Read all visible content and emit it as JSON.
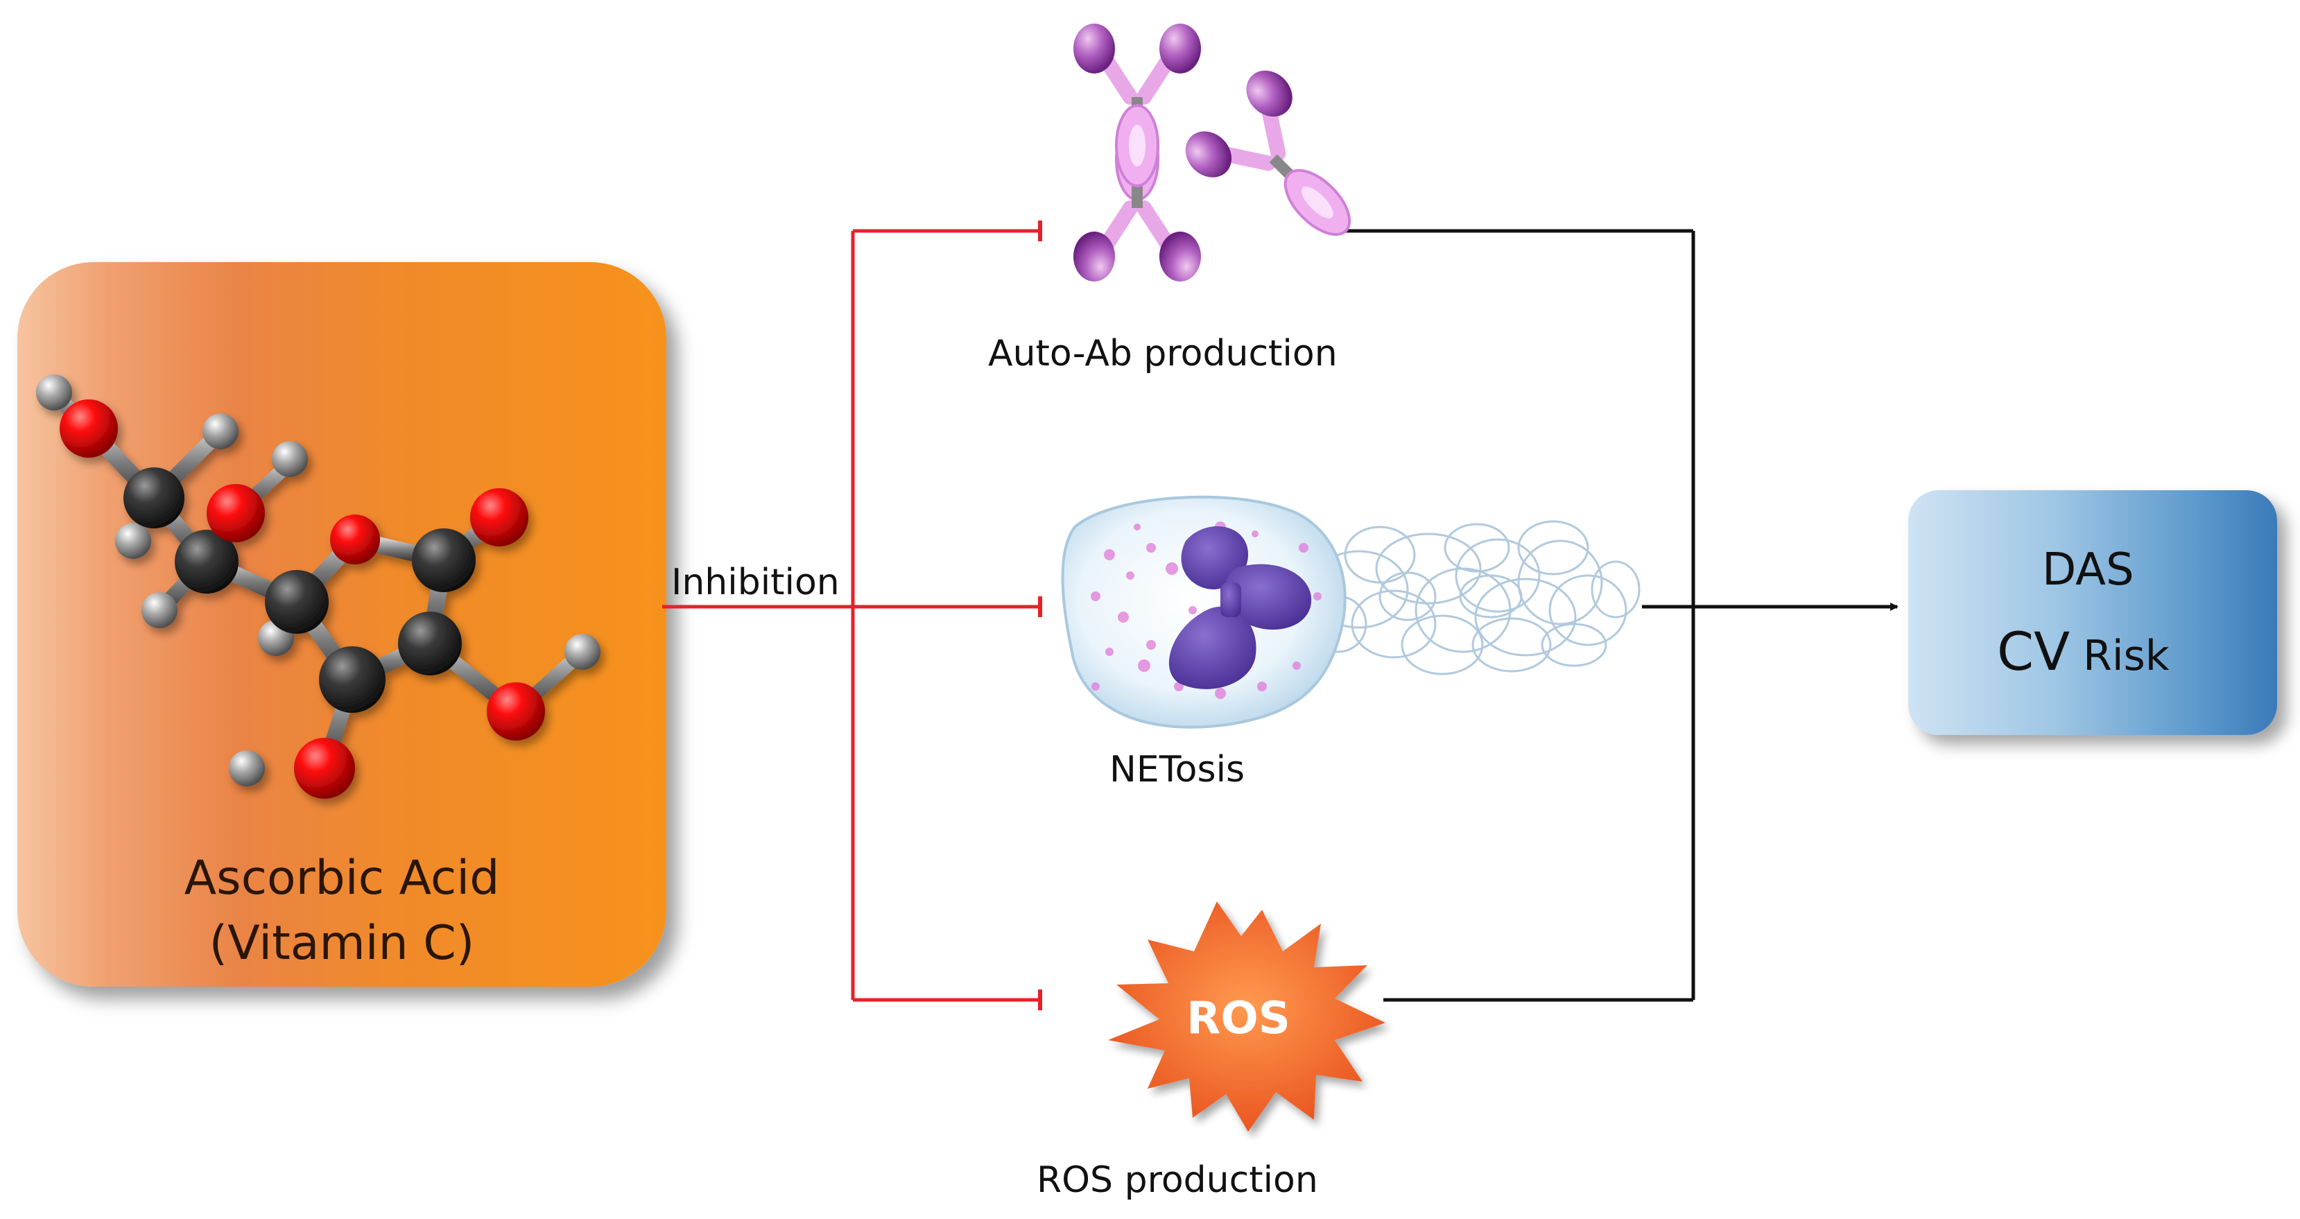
{
  "source_box": {
    "name_line1": "Ascorbic Acid",
    "name_line2": "(Vitamin C)"
  },
  "inhibition_label": "Inhibition",
  "targets": [
    {
      "id": "auto-ab",
      "label": "Auto-Ab production"
    },
    {
      "id": "netosis",
      "label": "NETosis"
    },
    {
      "id": "ros",
      "badge": "ROS",
      "label": "ROS production"
    }
  ],
  "outcome_box": {
    "line1": "DAS",
    "line2_main": "CV",
    "line2_sub": "Risk"
  },
  "colors": {
    "inhibition_line": "#e8202a",
    "outcome_line": "#111111",
    "down_arrow": "#1a9a3c",
    "ros_star": "#f15a22",
    "oxygen": "#e00000",
    "carbon": "#3a3a3a",
    "hydrogen": "#9a9a9a"
  }
}
